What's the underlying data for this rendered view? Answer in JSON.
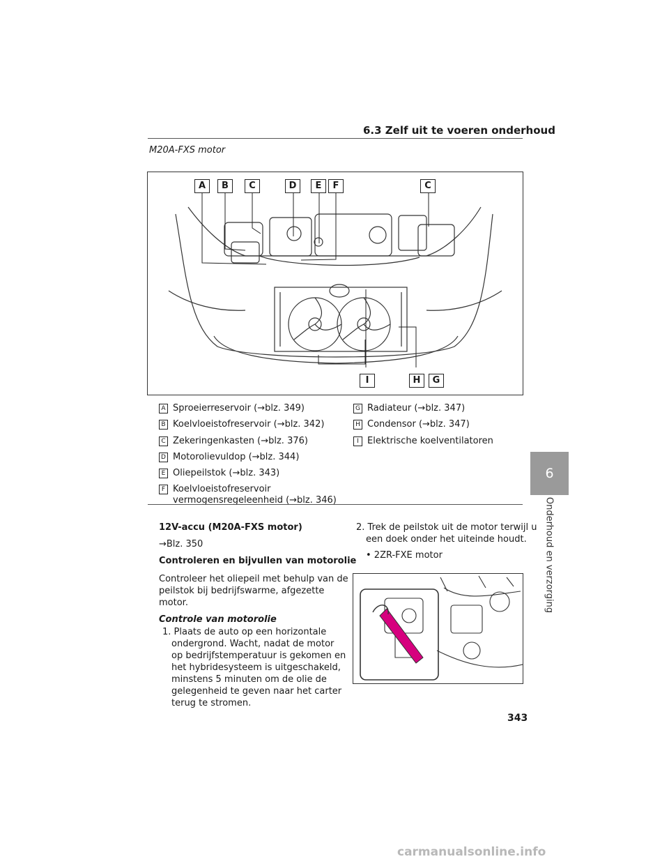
{
  "header": {
    "section_title": "6.3  Zelf uit te voeren onderhoud"
  },
  "figure1": {
    "subtitle": "M20A-FXS motor",
    "callouts_top": [
      "A",
      "B",
      "C",
      "D",
      "E",
      "F",
      "C"
    ],
    "callouts_bottom": [
      "I",
      "H",
      "G"
    ]
  },
  "legend": {
    "left": [
      {
        "key": "A",
        "text": "Sproeierreservoir (→blz. 349)"
      },
      {
        "key": "B",
        "text": "Koelvloeistofreservoir (→blz. 342)"
      },
      {
        "key": "C",
        "text": "Zekeringenkasten (→blz. 376)"
      },
      {
        "key": "D",
        "text": "Motorolievuldop (→blz. 344)"
      },
      {
        "key": "E",
        "text": "Oliepeilstok (→blz. 343)"
      },
      {
        "key": "F",
        "text": "Koelvloeistofreservoir",
        "text2": "vermogensregeleenheid (→blz. 346)"
      }
    ],
    "right": [
      {
        "key": "G",
        "text": "Radiateur (→blz. 347)"
      },
      {
        "key": "H",
        "text": "Condensor (→blz. 347)"
      },
      {
        "key": "I",
        "text": "Elektrische koelventilatoren"
      }
    ]
  },
  "content": {
    "heading1": "12V-accu (M20A-FXS motor)",
    "ref1": "→Blz. 350",
    "heading2": "Controleren en bijvullen van motorolie",
    "para1_l1": "Controleer het oliepeil met behulp van de",
    "para1_l2": "peilstok bij bedrijfswarme, afgezette",
    "para1_l3": "motor.",
    "heading3": "Controle van motorolie",
    "step1": [
      "1. Plaats de auto op een horizontale",
      "ondergrond. Wacht, nadat de motor",
      "op bedrijfstemperatuur is gekomen en",
      "het hybridesysteem is uitgeschakeld,",
      "minstens 5 minuten om de olie de",
      "gelegenheid te geven naar het carter",
      "terug te stromen."
    ],
    "step2": [
      "2. Trek de peilstok uit de motor terwijl u",
      "een doek onder het uiteinde houdt."
    ],
    "bullet": "• 2ZR-FXE motor"
  },
  "page_number": "343",
  "chapter": {
    "number": "6",
    "title": "Onderhoud en verzorging"
  },
  "watermark": "carmanualsonline.info"
}
